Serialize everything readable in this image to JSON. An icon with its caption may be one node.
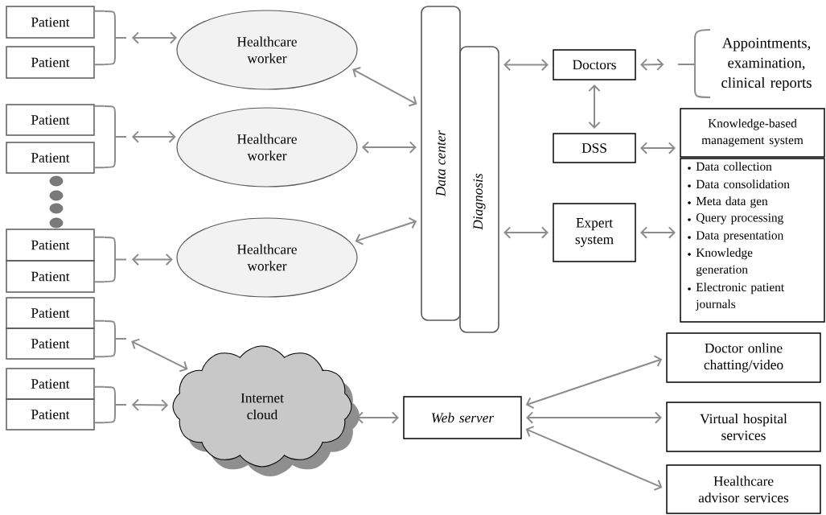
{
  "diagram": {
    "nodes": [
      {
        "text": [
          "Patient"
        ]
      },
      {
        "text": [
          "Patient"
        ]
      },
      {
        "text": [
          "Patient"
        ]
      },
      {
        "text": [
          "Patient"
        ]
      },
      {
        "text": [
          "Patient"
        ]
      },
      {
        "text": [
          "Patient"
        ]
      },
      {
        "text": [
          "Patient"
        ]
      },
      {
        "text": [
          "Patient"
        ]
      },
      {
        "text": [
          "Patient"
        ]
      },
      {
        "text": [
          "Patient"
        ]
      },
      {
        "text": [
          "Healthcare worker"
        ]
      },
      {
        "text": [
          "Healthcare worker"
        ]
      },
      {
        "text": [
          "Healthcare worker"
        ]
      },
      {
        "text": [
          "Internet cloud"
        ]
      },
      {
        "text": [
          "Data center"
        ]
      },
      {
        "text": [
          "Diagnosis"
        ]
      },
      {
        "text": [
          "Doctors"
        ]
      },
      {
        "text": [
          "DSS"
        ]
      },
      {
        "text": [
          "Expert system"
        ]
      },
      {
        "text": [
          "Appointments, examination, clinical reports"
        ]
      },
      {
        "text": [
          "Knowledge-based management system"
        ]
      },
      {
        "text": [
          "Data collection",
          "Data consolidation",
          "Meta data gen",
          "Query processing",
          "Data presentation",
          "Knowledge generation",
          "Electronic patient journals"
        ]
      },
      {
        "text": [
          "Web server"
        ]
      },
      {
        "text": [
          "Doctor online chatting/video"
        ]
      },
      {
        "text": [
          "Virtual hospital services"
        ]
      },
      {
        "text": [
          "Healthcare advisor services"
        ]
      },
      {
        "text": [],
        "shape": "bracket"
      },
      {
        "text": [],
        "shape": "bracket"
      },
      {
        "text": [],
        "shape": "bracket"
      },
      {
        "text": [],
        "shape": "bracket"
      },
      {
        "text": [],
        "shape": "bracket"
      }
    ],
    "edges": [
      {
        "from": 0,
        "to": 26,
        "arrow": "none"
      },
      {
        "from": 1,
        "to": 26,
        "arrow": "none"
      },
      {
        "from": 2,
        "to": 27,
        "arrow": "none"
      },
      {
        "from": 3,
        "to": 27,
        "arrow": "none"
      },
      {
        "from": 4,
        "to": 28,
        "arrow": "none"
      },
      {
        "from": 5,
        "to": 28,
        "arrow": "none"
      },
      {
        "from": 6,
        "to": 29,
        "arrow": "none"
      },
      {
        "from": 7,
        "to": 29,
        "arrow": "none"
      },
      {
        "from": 8,
        "to": 30,
        "arrow": "none"
      },
      {
        "from": 9,
        "to": 30,
        "arrow": "none"
      },
      {
        "from": 26,
        "to": 10,
        "arrow": "both"
      },
      {
        "from": 27,
        "to": 11,
        "arrow": "both"
      },
      {
        "from": 28,
        "to": 12,
        "arrow": "both"
      },
      {
        "from": 29,
        "to": 13,
        "arrow": "both"
      },
      {
        "from": 30,
        "to": 13,
        "arrow": "both"
      },
      {
        "from": 10,
        "to": 14,
        "arrow": "both"
      },
      {
        "from": 11,
        "to": 14,
        "arrow": "both"
      },
      {
        "from": 12,
        "to": 14,
        "arrow": "both"
      },
      {
        "from": 15,
        "to": 16,
        "arrow": "both"
      },
      {
        "from": 16,
        "to": 19,
        "arrow": "both"
      },
      {
        "from": 16,
        "to": 17,
        "arrow": "both"
      },
      {
        "from": 17,
        "to": 20,
        "arrow": "both"
      },
      {
        "from": 15,
        "to": 18,
        "arrow": "both"
      },
      {
        "from": 18,
        "to": 21,
        "arrow": "both"
      },
      {
        "from": 13,
        "to": 22,
        "arrow": "both"
      },
      {
        "from": 22,
        "to": 23,
        "arrow": "both"
      },
      {
        "from": 22,
        "to": 24,
        "arrow": "both"
      },
      {
        "from": 22,
        "to": 25,
        "arrow": "both"
      }
    ]
  }
}
